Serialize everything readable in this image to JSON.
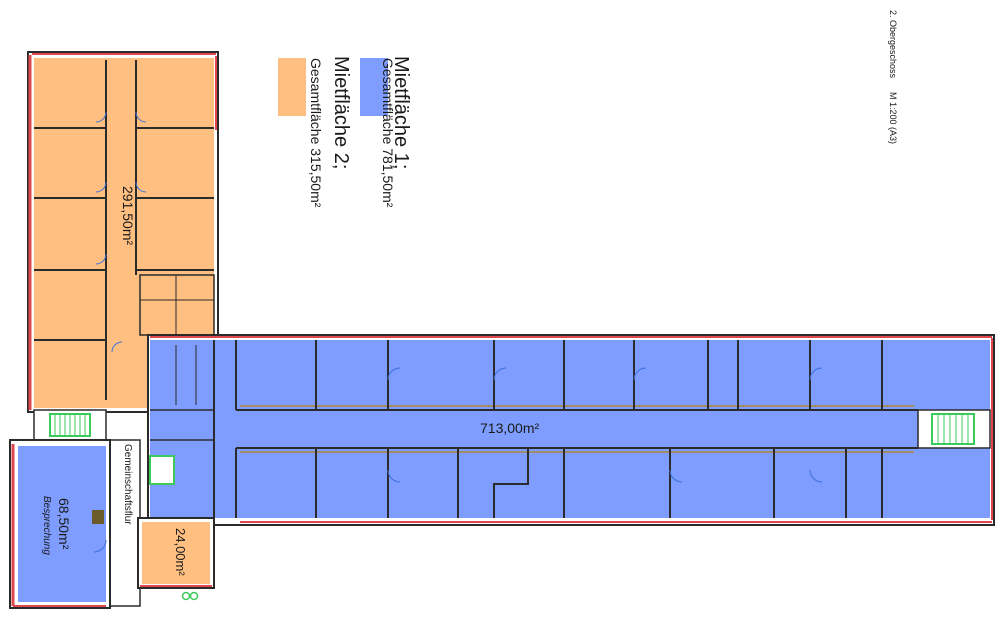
{
  "sheet": {
    "floor_label": "2. Obergeschoss",
    "scale_label": "M 1:200 (A3)"
  },
  "legend": [
    {
      "title": "Mietfläche 1;",
      "total": "Gesamtfläche 781,50m²",
      "color": "#7e9dff"
    },
    {
      "title": "Mietfläche 2;",
      "total": "Gesamtfläche 315,50m²",
      "color": "#ffbf80"
    }
  ],
  "areas": {
    "north_wing": "291,50m²",
    "main_wing": "713,00m²",
    "meeting_area": "68,50m²",
    "meeting_label": "Besprechung",
    "small_unit": "24,00m²",
    "shared_corridor": "Gemeinschaftsflur"
  },
  "colors": {
    "rental_1": "#7e9dff",
    "rental_2": "#ffbf80",
    "wall": "#2b2b2b",
    "facade": "#e0484f",
    "stair": "#3ccb5a"
  }
}
